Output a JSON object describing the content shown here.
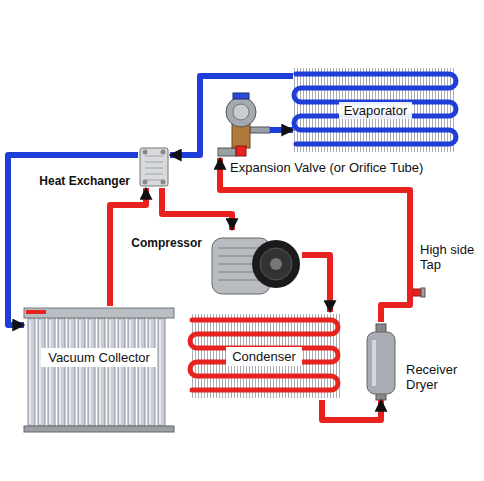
{
  "diagram": {
    "nodes": [
      {
        "text": [
          "Evaporator"
        ]
      },
      {
        "text": [
          "Expansion Valve (or Orifice Tube)"
        ]
      },
      {
        "text": [
          "Heat Exchanger"
        ]
      },
      {
        "text": [
          "Compressor"
        ]
      },
      {
        "text": [
          "Condenser"
        ]
      },
      {
        "text": [
          "Vacuum Collector"
        ]
      },
      {
        "text": [
          "Receiver Dryer"
        ]
      }
    ],
    "edges": [
      {
        "from": 5,
        "to": 2,
        "arrow": "to"
      },
      {
        "from": 2,
        "to": 5,
        "arrow": "to"
      },
      {
        "from": 0,
        "to": 2,
        "arrow": "to"
      },
      {
        "from": 2,
        "to": 3,
        "arrow": "to"
      },
      {
        "from": 3,
        "to": 4,
        "arrow": "to"
      },
      {
        "from": 4,
        "to": 6,
        "arrow": "to"
      },
      {
        "from": 6,
        "to": 1,
        "arrow": "to"
      },
      {
        "from": 1,
        "to": 0,
        "arrow": "to"
      }
    ],
    "labels": [
      "High side Tap"
    ]
  }
}
